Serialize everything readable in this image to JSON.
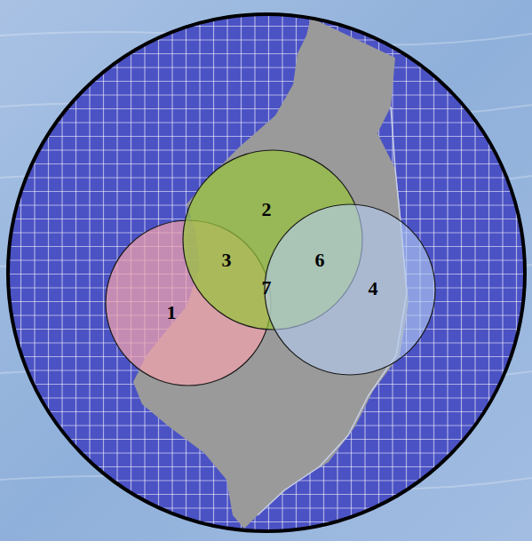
{
  "diagram": {
    "nodes": [
      {
        "text": [
          "1"
        ]
      },
      {
        "text": [
          "2"
        ]
      },
      {
        "text": [
          "4"
        ]
      }
    ],
    "labels": [
      "3",
      "6",
      "7"
    ]
  }
}
